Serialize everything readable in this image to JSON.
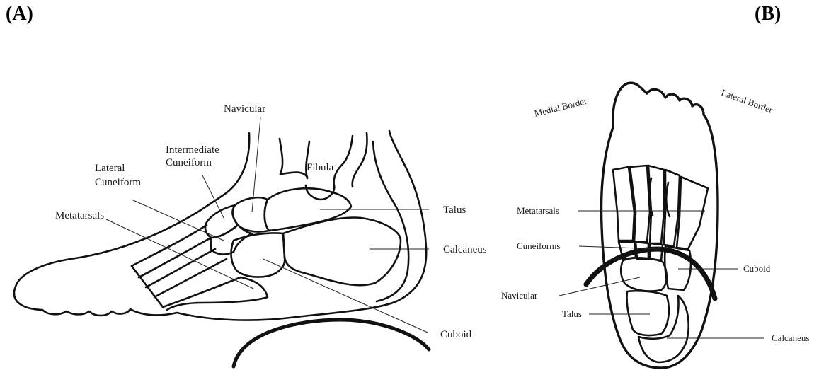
{
  "panels": {
    "a": {
      "label": "(A)",
      "structures": {
        "navicular": "Navicular",
        "intermediate_cuneiform": "Intermediate Cuneiform",
        "intermediate_line1": "Intermediate",
        "intermediate_line2": "Cuneiform",
        "lateral_line1": "Lateral",
        "lateral_line2": "Cuneiform",
        "fibula": "Fibula",
        "metatarsals": "Metatarsals",
        "talus": "Talus",
        "calcaneus": "Calcaneus",
        "cuboid": "Cuboid"
      }
    },
    "b": {
      "label": "(B)",
      "structures": {
        "medial_border": "Medial Border",
        "lateral_border": "Lateral Border",
        "metatarsals": "Metatarsals",
        "cuneiforms": "Cuneiforms",
        "cuboid": "Cuboid",
        "navicular": "Navicular",
        "talus": "Talus",
        "calcaneus": "Calcaneus"
      }
    }
  }
}
